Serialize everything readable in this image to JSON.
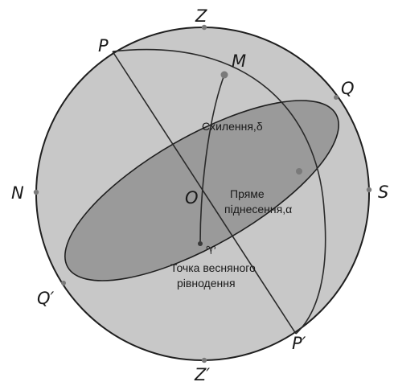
{
  "labels": {
    "zenith": "Z",
    "nadir": "Z′",
    "pole_north": "P",
    "pole_south": "P′",
    "north": "N",
    "south": "S",
    "equator_east": "Q",
    "equator_west": "Q′",
    "star": "M",
    "center": "O",
    "declination": "Схилення,δ",
    "right_ascension_line1": "Пряме",
    "right_ascension_line2": "піднесення,α",
    "vernal_symbol": "♈",
    "vernal_line1": "Точка весняного",
    "vernal_line2": "рівнодення"
  },
  "colors": {
    "sphere_fill": "#c8c8c8",
    "sphere_stroke": "#1f1f1f",
    "equator_fill": "#9a9a9a",
    "line": "#2a2a2a",
    "point": "#7a7a7a"
  }
}
